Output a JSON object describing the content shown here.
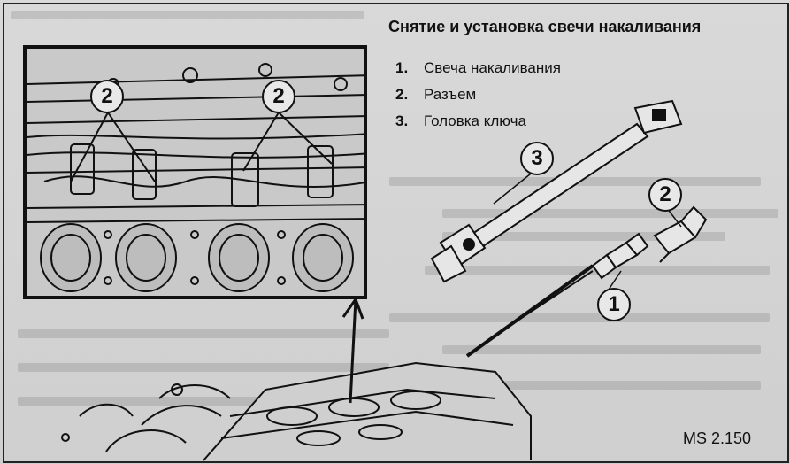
{
  "figure": {
    "title": "Снятие и установка свечи накаливания",
    "legend": [
      {
        "num": "1.",
        "label": "Свеча накаливания"
      },
      {
        "num": "2.",
        "label": "Разъем"
      },
      {
        "num": "3.",
        "label": "Головка ключа"
      }
    ],
    "callouts": {
      "inset_left": "2",
      "inset_right": "2",
      "glow_plug": "1",
      "connector": "2",
      "socket": "3"
    },
    "code": "MS 2.150"
  }
}
